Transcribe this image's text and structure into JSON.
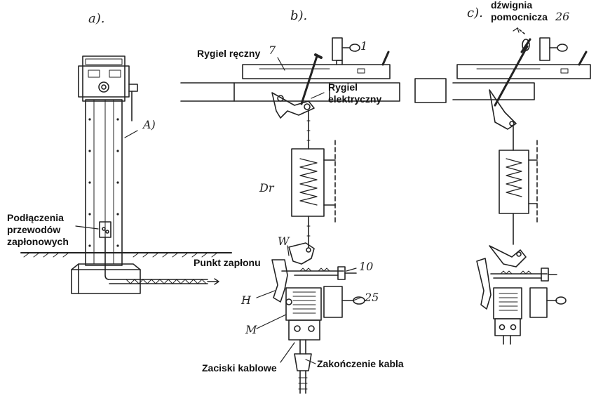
{
  "figure": {
    "panels": [
      "a).",
      "b).",
      "c)."
    ],
    "labels": {
      "rygiel_reczny": "Rygiel ręczny",
      "rygiel_elektryczny": "Rygiel\nelektryczny",
      "dzwignia_pomocnicza": "dźwignia\npomocnicza",
      "podlaczenia": "Podłączenia\nprzewodów\nzapłonowych",
      "punkt_zaplonu": "Punkt zapłonu",
      "zaciski_kablowe": "Zaciski kablowe",
      "zakonczenie_kabla": "Zakończenie kabla"
    },
    "handwritten": {
      "A": "A)",
      "n7": "7",
      "n1": "1",
      "n26": "26",
      "Dr": "Dr",
      "W": "W",
      "n10": "10",
      "n25": "25",
      "H": "H",
      "M": "M"
    }
  },
  "colors": {
    "ink": "#222222",
    "paper": "#ffffff"
  }
}
